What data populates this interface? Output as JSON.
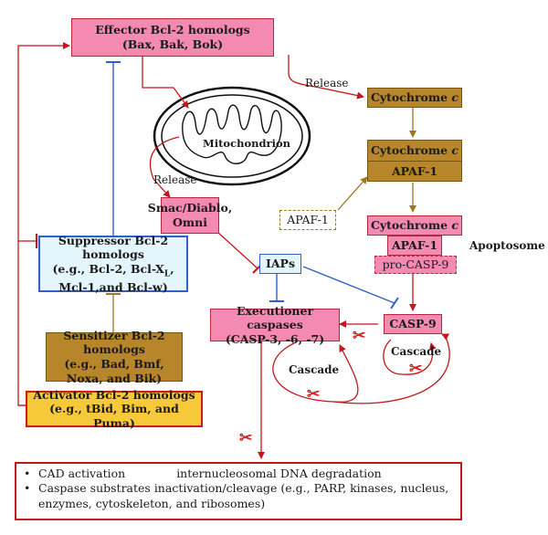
{
  "nodes": {
    "effector": {
      "title": "Effector Bcl-2 homologs",
      "sub": "(Bax, Bak, Bok)"
    },
    "suppressor": {
      "line1": "Suppressor Bcl-2 homologs",
      "line2_pre": "(e.g., Bcl-2, Bcl-X",
      "line2_sub": "L",
      "line2_post": ",",
      "line3": "Mcl-1,and Bcl-w)"
    },
    "sensitizer": {
      "line1": "Sensitizer Bcl-2 homologs",
      "line2": "(e.g., Bad, Bmf,",
      "line3": "Noxa, and Bik)"
    },
    "activator": {
      "line1": "Activator Bcl-2 homologs",
      "line2": "(e.g., tBid, Bim, and Puma)"
    },
    "smac": {
      "line1": "Smac/Diablo,",
      "line2": "Omni"
    },
    "iaps": {
      "label": "IAPs"
    },
    "executioner": {
      "line1": "Executioner caspases",
      "line2": "(CASP-3, -6, -7)"
    },
    "casp9": {
      "label": "CASP-9"
    },
    "cytc1": {
      "name": "Cytochrome",
      "c": "c"
    },
    "cytc2": {
      "name": "Cytochrome",
      "c": "c",
      "apaf": "APAF-1"
    },
    "apaf_free": {
      "label": "APAF-1"
    },
    "apoptosome": {
      "name": "Cytochrome",
      "c": "c",
      "apaf": "APAF-1",
      "procasp": "pro-CASP-9",
      "label": "Apoptosome"
    },
    "mitochondrion": {
      "label": "Mitochondrion"
    }
  },
  "labels": {
    "release_top": "Release",
    "release_left": "Release",
    "cascade_right": "Cascade",
    "cascade_left": "Cascade"
  },
  "outcomes": {
    "item1_left": "CAD activation",
    "item1_right": "internucleosomal DNA degradation",
    "item2_line1": "Caspase substrates inactivation/cleavage (e.g., PARP, kinases, nucleus,",
    "item2_line2": "enzymes, cytoskeleton, and ribosomes)",
    "bullet": "•"
  },
  "scissors_glyph": "✂",
  "colors": {
    "pink": "#f489b2",
    "gold": "#b8862a",
    "red": "#c4161c",
    "blue": "#2f5fc8",
    "brownLine": "#a0761f"
  }
}
